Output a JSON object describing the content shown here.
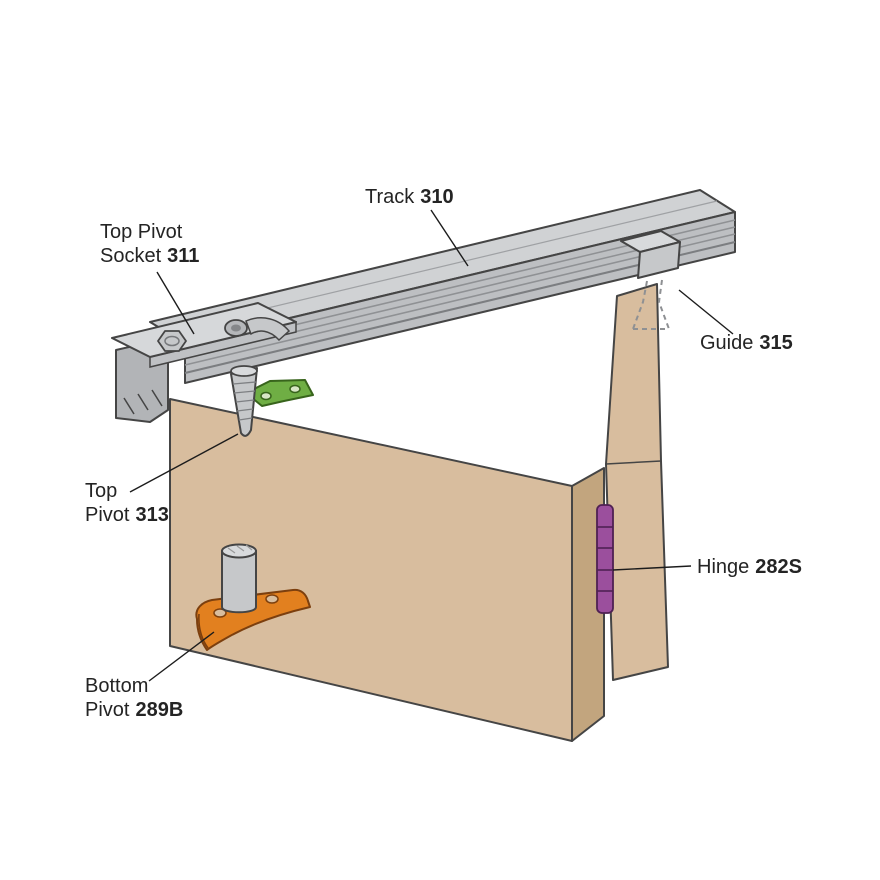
{
  "labels": {
    "track": {
      "text": "Track",
      "code": "310"
    },
    "top_pivot_socket": {
      "line1": "Top Pivot",
      "line2": "Socket",
      "code": "311"
    },
    "guide": {
      "text": "Guide",
      "code": "315"
    },
    "top_pivot": {
      "line1": "Top",
      "line2": "Pivot",
      "code": "313"
    },
    "hinge": {
      "text": "Hinge",
      "code": "282S"
    },
    "bottom_pivot": {
      "line1": "Bottom",
      "line2": "Pivot",
      "code": "289B"
    }
  },
  "colors": {
    "background": "#ffffff",
    "outline": "#454545",
    "door_face": "#d8bd9e",
    "door_side": "#c2a57e",
    "track_top": "#d0d2d4",
    "track_front": "#bdbfc2",
    "track_end_block": "#b2b4b7",
    "plate": "#d6d8da",
    "metal_mid": "#c6c8ca",
    "metal_light": "#d8dadc",
    "hinge_purple": "#9b4f9d",
    "pivot_green": "#6fae44",
    "pivot_orange": "#e2801f",
    "hidden_line": "#8e9093",
    "leader_line": "#1c1c1c",
    "label_text": "#242424"
  }
}
